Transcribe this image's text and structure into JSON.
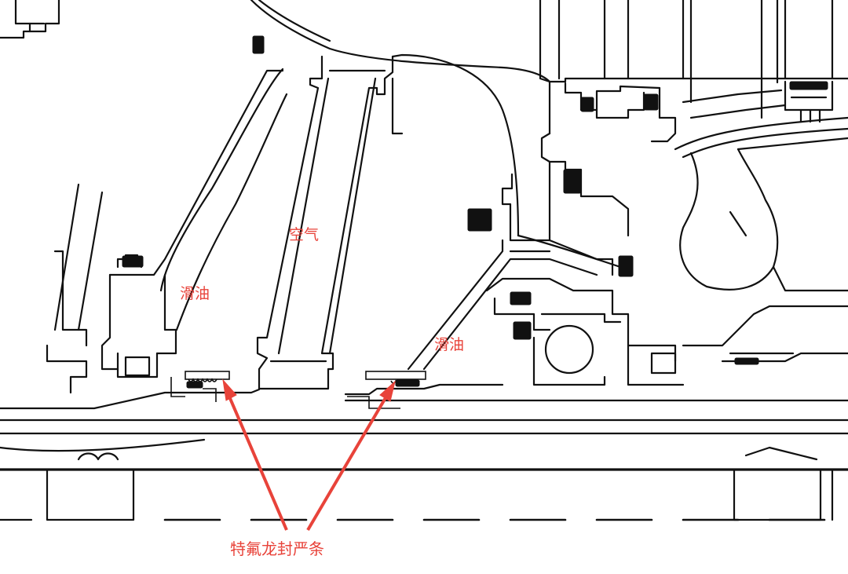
{
  "labels": {
    "air": "空气",
    "oil_left": "滑油",
    "oil_right": "滑油",
    "seal": "特氟龙封严条"
  },
  "colors": {
    "annotation": "#e8433a",
    "line": "#111111",
    "background": "#ffffff"
  }
}
